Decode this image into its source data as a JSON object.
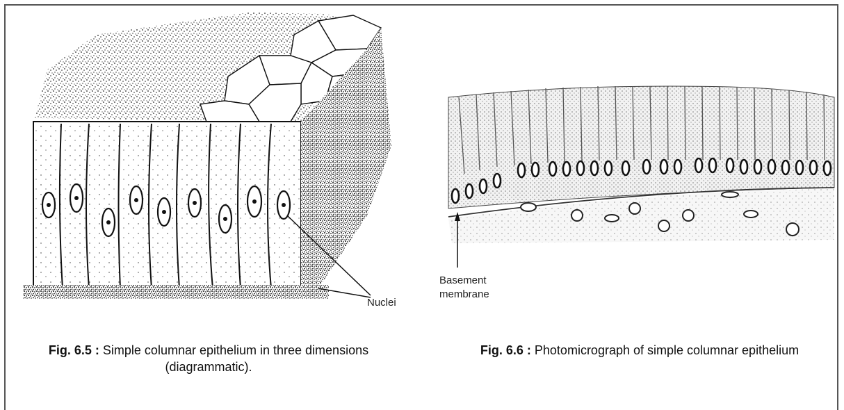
{
  "figures": {
    "left": {
      "caption_number": "Fig. 6.5 :",
      "caption_text": " Simple columnar epithelium in three dimensions (diagrammatic).",
      "label_nuclei": "Nuclei"
    },
    "right": {
      "caption_number": "Fig. 6.6 :",
      "caption_text": " Photomicrograph of simple columnar epithelium",
      "label_basement_line1": "Basement",
      "label_basement_line2": "membrane"
    }
  }
}
